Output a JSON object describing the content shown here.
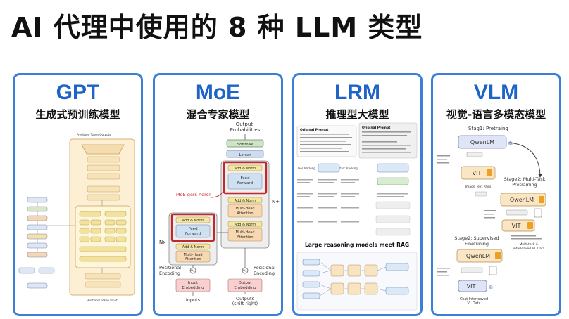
{
  "page": {
    "title": "AI 代理中使用的 8 种 LLM 类型"
  },
  "cards": {
    "gpt": {
      "title": "GPT",
      "subtitle": "生成式预训练模型",
      "top_label": "Predicted Token Outputs",
      "bottom_label": "Positional Token Input"
    },
    "moe": {
      "title": "MoE",
      "subtitle": "混合专家模型",
      "output_label": "Output\nProbabilities",
      "softmax": "Softmax",
      "linear": "Linear",
      "add_norm": "Add & Norm",
      "feed_forward": "Feed\nForward",
      "masked_attention": "Multi-Head\nAttention",
      "multi_head_attention": "Multi-Head\nAttention",
      "annotation": "MoE gers here!",
      "nx": "Nx",
      "nplus": "N+",
      "positional_left": "Positional\nEncoding",
      "positional_right": "Positional\nEncoding",
      "input_embedding": "Input\nEmbedding",
      "output_embedding": "Output\nEmbedding",
      "inputs": "Inputs",
      "outputs": "Outputs\n(shift right)"
    },
    "lrm": {
      "title": "LRM",
      "subtitle": "推理型大模型",
      "prompt_left": "Original Prompt",
      "prompt_right": "Original Prompt",
      "step_a": "Tool Tracking",
      "step_b": "Start Tracking",
      "rag_caption": "Large reasoning models meet RAG"
    },
    "vlm": {
      "title": "VLM",
      "subtitle": "视觉-语言多模态模型",
      "stage1": "Stag1: Pretraing",
      "qwen1": "QwenLM",
      "vit1": "VIT",
      "image_text_pairs": "Image Text Pairs",
      "stage2_label": "Stage2: Multi-Task\nPretraining",
      "qwen2": "QwenLM",
      "vit2": "VIT",
      "stage3": "Stage2: Supervised\nFinetuning",
      "qwen3": "QwenLM",
      "multi_round": "Multi-task &\ninterleaved VL Data",
      "vit3": "VIT",
      "chat_data": "Chat Interleaved\nVL Data"
    }
  }
}
